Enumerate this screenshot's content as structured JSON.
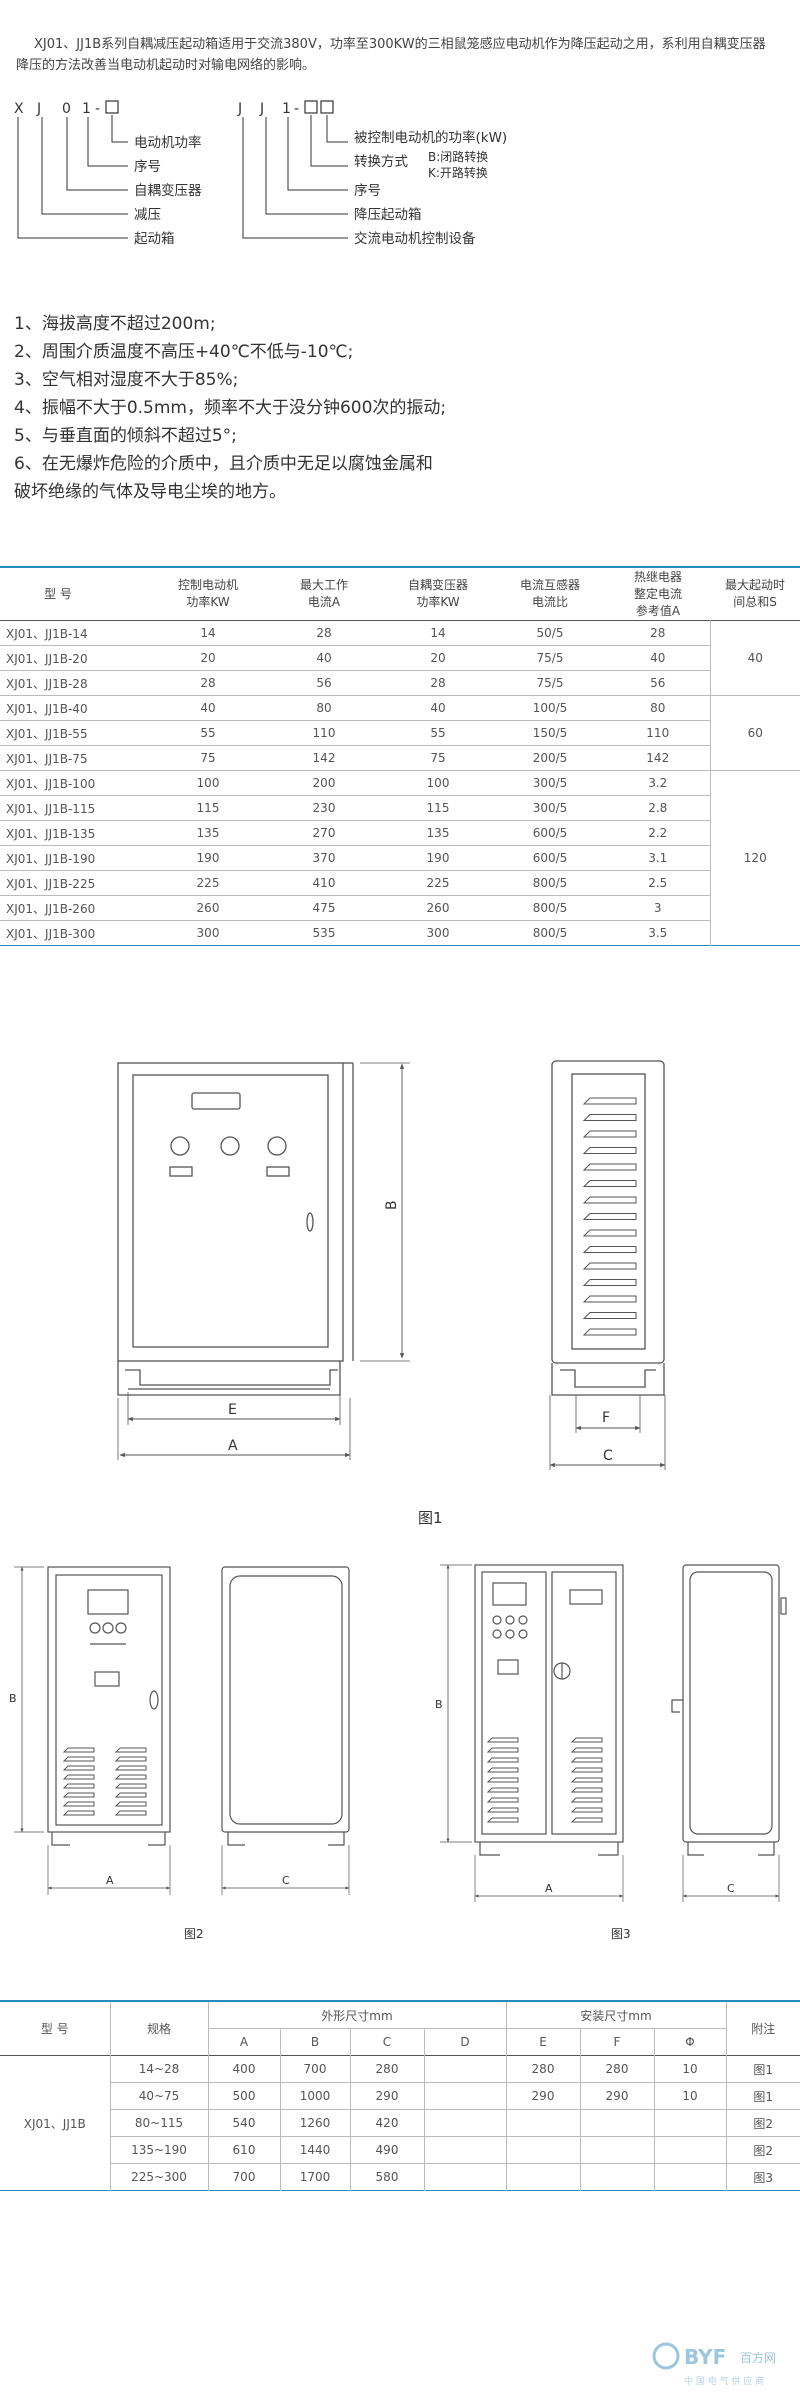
{
  "intro": {
    "line1": "XJ01、JJ1B系列自耦减压起动箱适用于交流380V，功率至300KW的三相鼠笼感应电动机作为降压起动之用，系利用自耦变压器",
    "line2": "降压的方法改善当电动机起动时对输电网络的影响。"
  },
  "naming_left": {
    "code": [
      "X",
      "J",
      "0",
      "1",
      "-"
    ],
    "labels": [
      "电动机功率",
      "序号",
      "自耦变压器",
      "减压",
      "起动箱"
    ]
  },
  "naming_right": {
    "code": [
      "J",
      "J",
      "1",
      "-"
    ],
    "labels": [
      "被控制电动机的功率(kW)",
      "转换方式",
      "B:闭路转换",
      "K:开路转换",
      "序号",
      "降压起动箱",
      "交流电动机控制设备"
    ]
  },
  "requirements": [
    "1、海拔高度不超过200m;",
    "2、周围介质温度不高压+40℃不低与-10℃;",
    "3、空气相对湿度不大于85%;",
    "4、振幅不大于0.5mm，频率不大于没分钟600次的振动;",
    "5、与垂直面的倾斜不超过5°;",
    "6、在无爆炸危险的介质中，且介质中无足以腐蚀金属和",
    "破坏绝缘的气体及导电尘埃的地方。"
  ],
  "table1": {
    "headers": [
      "型 号",
      "控制电动机\n功率KW",
      "最大工作\n电流A",
      "自耦变压器\n功率KW",
      "电流互感器\n电流比",
      "热继电器\n整定电流\n参考值A",
      "最大起动时\n间总和S"
    ],
    "rows": [
      [
        "XJ01、JJ1B-14",
        "14",
        "28",
        "14",
        "50/5",
        "28"
      ],
      [
        "XJ01、JJ1B-20",
        "20",
        "40",
        "20",
        "75/5",
        "40"
      ],
      [
        "XJ01、JJ1B-28",
        "28",
        "56",
        "28",
        "75/5",
        "56"
      ],
      [
        "XJ01、JJ1B-40",
        "40",
        "80",
        "40",
        "100/5",
        "80"
      ],
      [
        "XJ01、JJ1B-55",
        "55",
        "110",
        "55",
        "150/5",
        "110"
      ],
      [
        "XJ01、JJ1B-75",
        "75",
        "142",
        "75",
        "200/5",
        "142"
      ],
      [
        "XJ01、JJ1B-100",
        "100",
        "200",
        "100",
        "300/5",
        "3.2"
      ],
      [
        "XJ01、JJ1B-115",
        "115",
        "230",
        "115",
        "300/5",
        "2.8"
      ],
      [
        "XJ01、JJ1B-135",
        "135",
        "270",
        "135",
        "600/5",
        "2.2"
      ],
      [
        "XJ01、JJ1B-190",
        "190",
        "370",
        "190",
        "600/5",
        "3.1"
      ],
      [
        "XJ01、JJ1B-225",
        "225",
        "410",
        "225",
        "800/5",
        "2.5"
      ],
      [
        "XJ01、JJ1B-260",
        "260",
        "475",
        "260",
        "800/5",
        "3"
      ],
      [
        "XJ01、JJ1B-300",
        "300",
        "535",
        "300",
        "800/5",
        "3.5"
      ]
    ],
    "start_times": [
      "40",
      "60",
      "120"
    ]
  },
  "fig1": {
    "caption": "图1",
    "dim_a": "A",
    "dim_b": "B",
    "dim_c": "C",
    "dim_e": "E",
    "dim_f": "F"
  },
  "fig2": {
    "caption": "图2",
    "dim_a": "A",
    "dim_b": "B",
    "dim_c": "C"
  },
  "fig3": {
    "caption": "图3",
    "dim_a": "A",
    "dim_b": "B",
    "dim_c": "C"
  },
  "table2": {
    "h_model": "型 号",
    "h_spec": "规格",
    "h_outer": "外形尺寸mm",
    "h_install": "安装尺寸mm",
    "h_note": "附注",
    "sub": [
      "A",
      "B",
      "C",
      "D",
      "E",
      "F",
      "Φ"
    ],
    "model": "XJ01、JJ1B",
    "rows": [
      [
        "14~28",
        "400",
        "700",
        "280",
        "",
        "280",
        "280",
        "10",
        "图1"
      ],
      [
        "40~75",
        "500",
        "1000",
        "290",
        "",
        "290",
        "290",
        "10",
        "图1"
      ],
      [
        "80~115",
        "540",
        "1260",
        "420",
        "",
        "",
        "",
        "",
        "图2"
      ],
      [
        "135~190",
        "610",
        "1440",
        "490",
        "",
        "",
        "",
        "",
        "图2"
      ],
      [
        "225~300",
        "700",
        "1700",
        "580",
        "",
        "",
        "",
        "",
        "图3"
      ]
    ]
  },
  "watermark": {
    "brand": "BYF",
    "name": "百方网",
    "sub": "中 国 电 气 供 应 商"
  }
}
